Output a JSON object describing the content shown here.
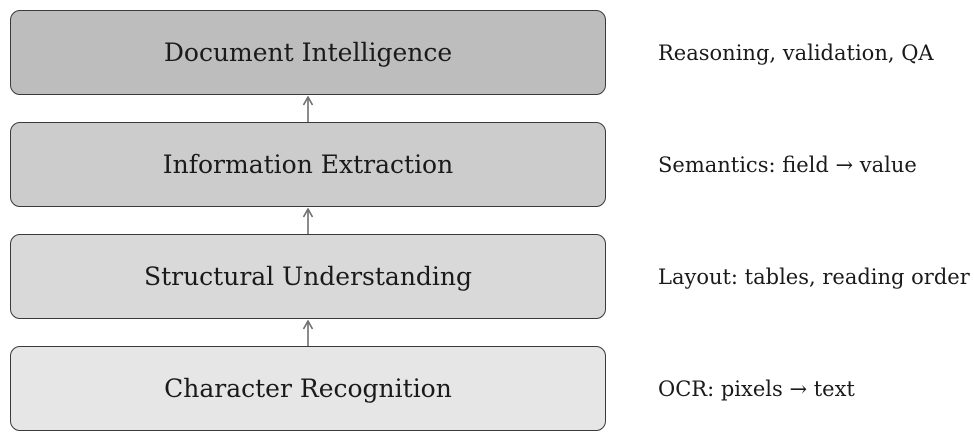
{
  "layers": [
    {
      "title": "Document Intelligence",
      "description": "Reasoning, validation, QA",
      "fill": "#bdbdbd"
    },
    {
      "title": "Information Extraction",
      "description": "Semantics: field → value",
      "fill": "#cccccc"
    },
    {
      "title": "Structural Understanding",
      "description": "Layout: tables, reading order",
      "fill": "#d9d9d9"
    },
    {
      "title": "Character Recognition",
      "description": "OCR: pixels → text",
      "fill": "#e6e6e6"
    }
  ],
  "colors": {
    "border": "#3a3a3a",
    "arrow": "#6e6e6e",
    "text": "#1a1a1a"
  },
  "connector_icon": "arrow-up-icon"
}
